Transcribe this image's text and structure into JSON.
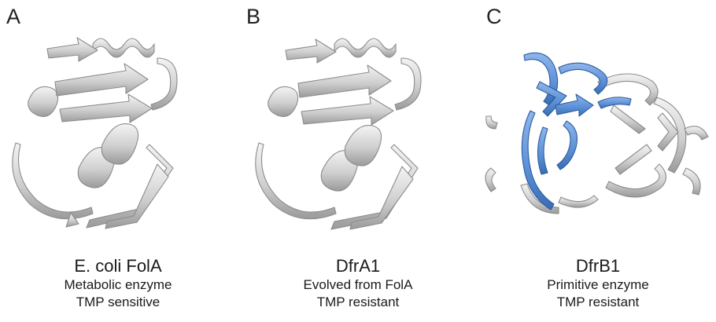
{
  "panels": [
    {
      "letter": "A",
      "title": "E. coli FolA",
      "line1": "Metabolic enzyme",
      "line2": "TMP sensitive"
    },
    {
      "letter": "B",
      "title": "DfrA1",
      "line1": "Evolved from FolA",
      "line2": "TMP resistant"
    },
    {
      "letter": "C",
      "title": "DfrB1",
      "line1": "Primitive enzyme",
      "line2": "TMP resistant"
    }
  ],
  "colors": {
    "ribbon": "#d9d9d9",
    "ribbon_edge": "#8c8c8c",
    "highlight": "#5b8fd6",
    "highlight_edge": "#2d5c9e"
  }
}
